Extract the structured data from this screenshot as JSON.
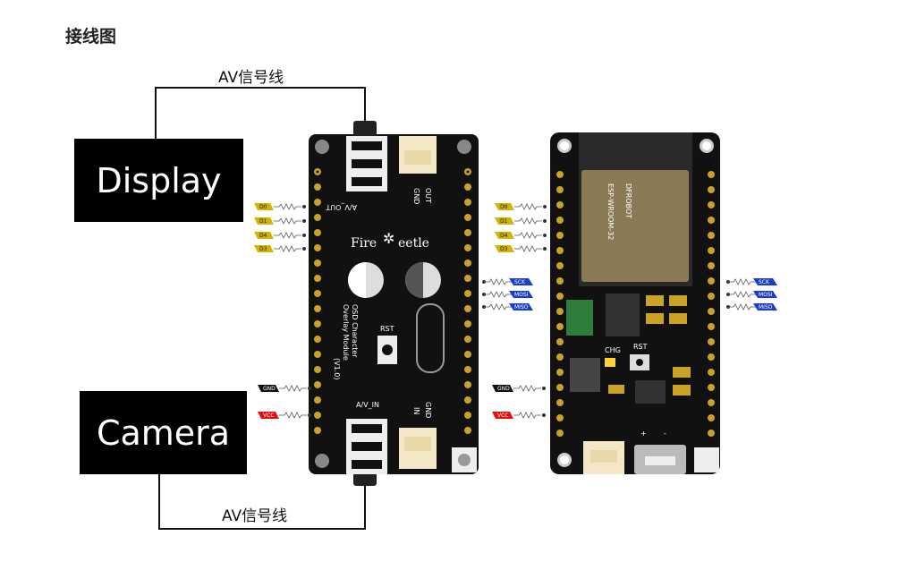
{
  "title": "接线图",
  "display_label": "Display",
  "camera_label": "Camera",
  "av_top_label": "AV信号线",
  "av_bottom_label": "AV信号线",
  "osd_board": {
    "av_out": "A/V_OUT",
    "av_in": "A/V_IN",
    "gnd_top": "GND",
    "out": "OUT",
    "gnd_bottom": "GND",
    "in": "IN",
    "brand": "Fire",
    "brand2": "eetle",
    "rst": "RST",
    "name_line1": "OSD Character",
    "name_line2": "Overlay Module",
    "version": "(V1.0)"
  },
  "esp_board": {
    "chip": "DFROBOT",
    "module": "ESP-WROOM-32",
    "chg": "CHG",
    "rst": "RST"
  },
  "left_tags": [
    "D0",
    "D1",
    "D4",
    "D3"
  ],
  "mid_left_tags": [
    "D0",
    "D1",
    "D4",
    "D3"
  ],
  "spi_tags_osd": [
    "SCK",
    "MOSI",
    "MISO"
  ],
  "spi_tags_esp": [
    "SCK",
    "MOSI",
    "MISO"
  ],
  "gnd_tag": "GND",
  "vcc_tag": "VCC",
  "colors": {
    "data_tag": "#d4b400",
    "spi_tag": "#1a3ccc",
    "gnd_tag": "#111111",
    "vcc_tag": "#e01010",
    "pcb": "#111111",
    "pin": "#c9a227"
  }
}
